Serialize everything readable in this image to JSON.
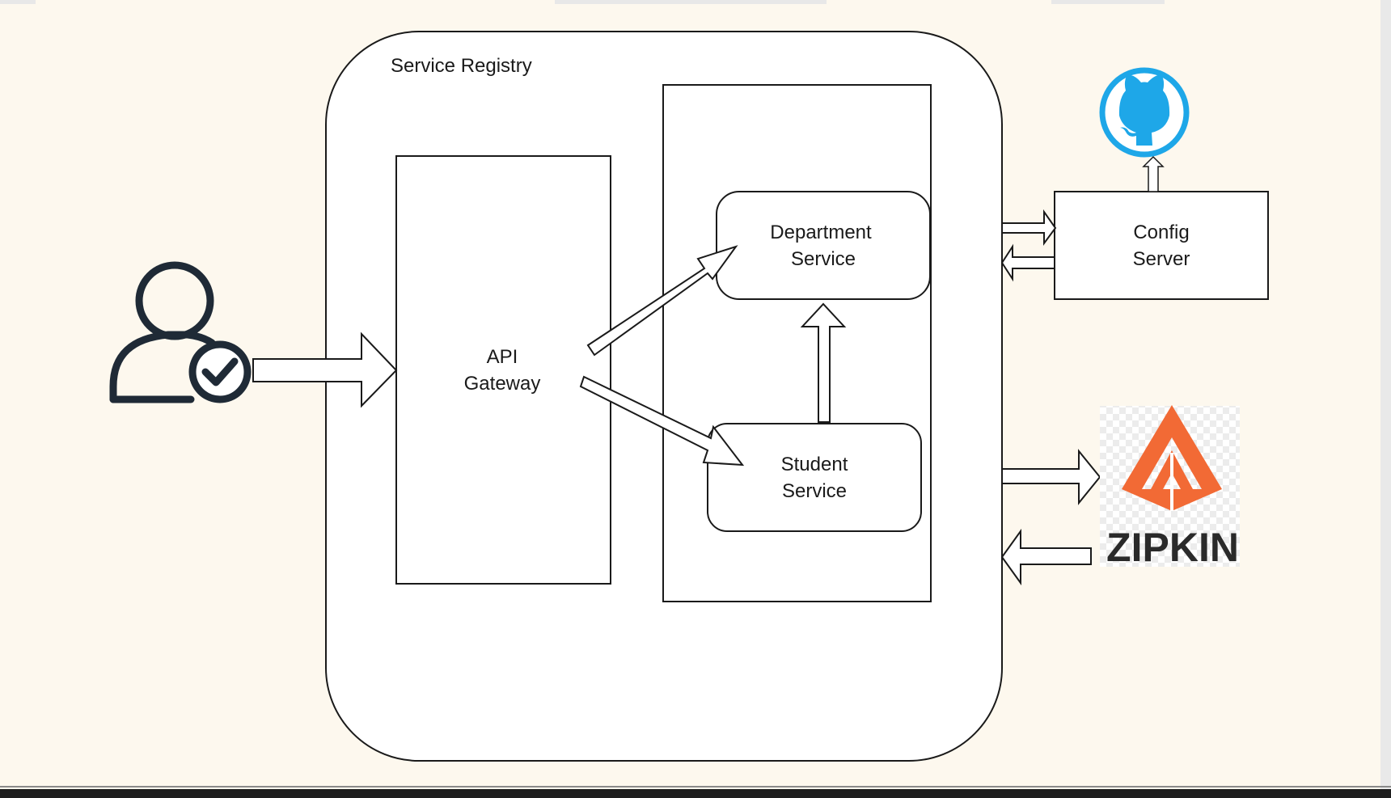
{
  "diagram": {
    "registry_label": "Service Registry",
    "gateway_line1": "API",
    "gateway_line2": "Gateway",
    "department_line1": "Department",
    "department_line2": "Service",
    "student_line1": "Student",
    "student_line2": "Service",
    "config_line1": "Config",
    "config_line2": "Server",
    "zipkin_label": "ZIPKIN",
    "icons": {
      "user": "user-check-icon",
      "github": "github-icon",
      "zipkin": "zipkin-logo"
    },
    "colors": {
      "background": "#fdf8ee",
      "stroke": "#1a1a1a",
      "github": "#1ea7e8",
      "zipkin": "#f26a35",
      "user_icon": "#1f2a36"
    }
  }
}
